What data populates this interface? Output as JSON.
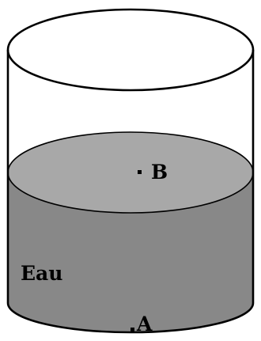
{
  "figure": {
    "labels": {
      "water": "Eau",
      "point_b": "B",
      "point_a": "A"
    },
    "colors": {
      "outline": "#000000",
      "background": "#ffffff",
      "water_body": "#888888",
      "water_surface": "#a8a8a8",
      "empty_space": "#ffffff"
    }
  }
}
